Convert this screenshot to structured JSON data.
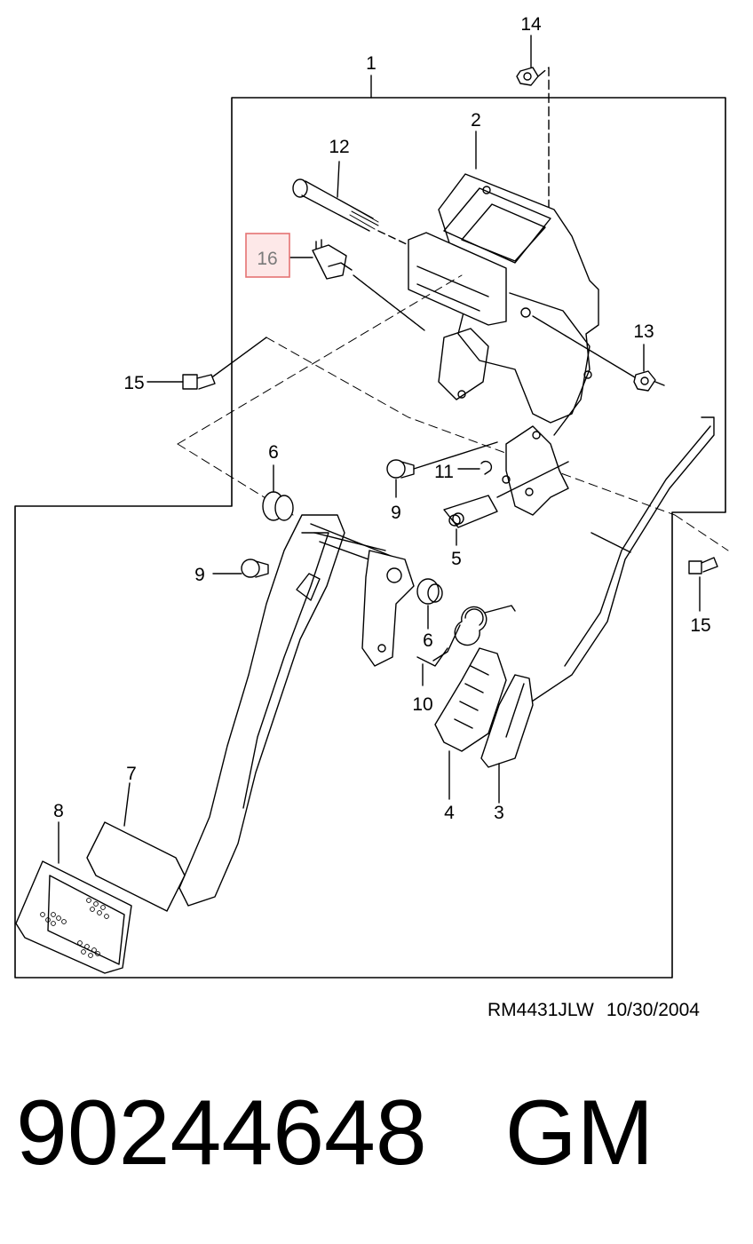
{
  "callouts": {
    "c1": "1",
    "c2": "2",
    "c3": "3",
    "c4": "4",
    "c5": "5",
    "c6a": "6",
    "c6b": "6",
    "c7": "7",
    "c8": "8",
    "c9a": "9",
    "c9b": "9",
    "c10": "10",
    "c11": "11",
    "c12": "12",
    "c13": "13",
    "c14": "14",
    "c15a": "15",
    "c15b": "15",
    "c16": "16"
  },
  "highlight": {
    "label": "16",
    "color": "#e57373"
  },
  "reference": {
    "code": "RM4431JLW",
    "date": "10/30/2004"
  },
  "part": {
    "number": "90244648",
    "brand": "GM"
  }
}
